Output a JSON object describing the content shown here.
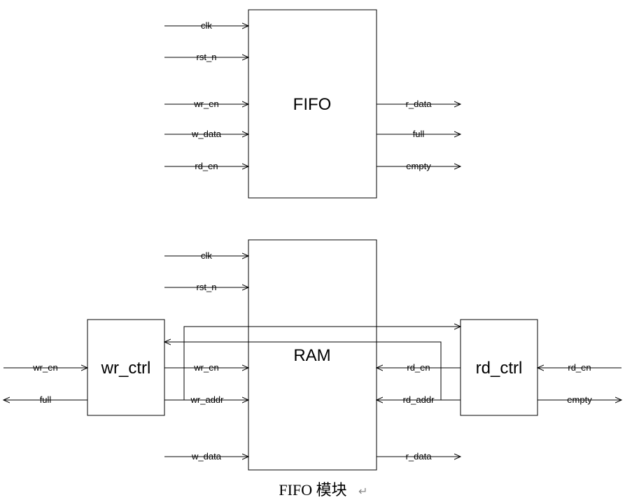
{
  "fifo": {
    "title": "FIFO",
    "inputs": [
      "clk",
      "rst_n",
      "wr_en",
      "w_data",
      "rd_en"
    ],
    "outputs": [
      "r_data",
      "full",
      "empty"
    ]
  },
  "ram": {
    "title": "RAM",
    "inputs_top": [
      "clk",
      "rst_n"
    ],
    "wr_en": "wr_en",
    "wr_addr": "wr_addr",
    "w_data": "w_data",
    "rd_en": "rd_en",
    "rd_addr": "rd_addr",
    "r_data": "r_data"
  },
  "wr_ctrl": {
    "title": "wr_ctrl",
    "in_label": "wr_en",
    "out_label": "full"
  },
  "rd_ctrl": {
    "title": "rd_ctrl",
    "in_label": "rd_en",
    "out_label": "empty"
  },
  "caption": "FIFO 模块",
  "return_mark": "↵"
}
